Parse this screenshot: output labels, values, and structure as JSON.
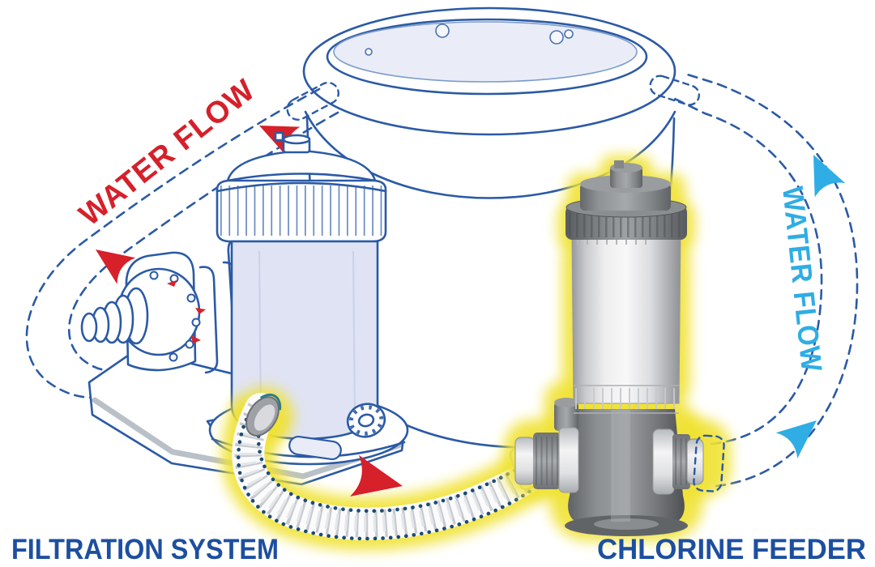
{
  "labels": {
    "left_component": "FILTRATION SYSTEM",
    "right_component": "CHLORINE FEEDER",
    "suction_flow": "WATER FLOW",
    "return_flow": "WATER FLOW"
  },
  "colors": {
    "line_blue": "#2b5aa5",
    "label_blue": "#1d4fa0",
    "flow_red": "#d6202a",
    "flow_cyan": "#2fade4",
    "dot_navy": "#1b4b74",
    "glow_yellow": "#f0e232",
    "water_fill": "#eaedf8",
    "canister_fill": "#dfe3f3",
    "stripe_gray": "#b9c0c8"
  }
}
